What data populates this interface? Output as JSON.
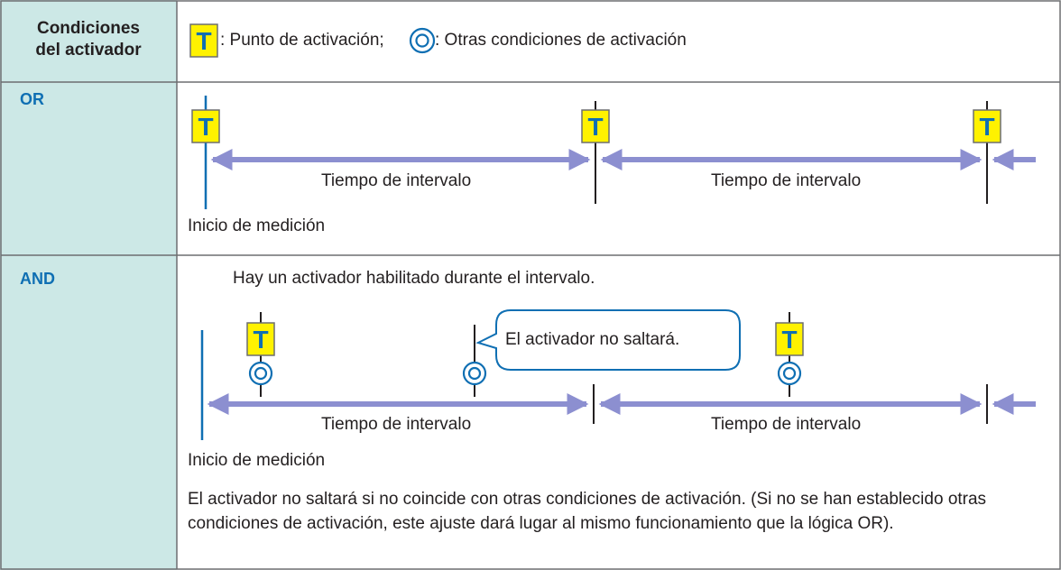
{
  "header": {
    "col_title_line1": "Condiciones",
    "col_title_line2": "del activador",
    "legend_t_text": ": Punto de activación;",
    "legend_o_text": ": Otras condiciones de activación",
    "t_glyph": "T"
  },
  "rows": [
    {
      "label": "OR",
      "interval_labels": [
        "Tiempo de intervalo",
        "Tiempo de intervalo"
      ],
      "start_label": "Inicio de medición"
    },
    {
      "label": "AND",
      "note": "Hay un activador habilitado durante el intervalo.",
      "callout": "El activador no saltará.",
      "interval_labels": [
        "Tiempo de intervalo",
        "Tiempo de intervalo"
      ],
      "start_label": "Inicio de medición",
      "description": "El activador no saltará si no coincide con otras condiciones de activación. (Si no se han establecido otras condiciones de activación, este ajuste dará lugar al mismo funcionamiento que la lógica OR)."
    }
  ],
  "colors": {
    "label_bg": "#cce8e6",
    "label_text": "#0f6fb3",
    "border": "#6d6e71",
    "marker_fill": "#fff200",
    "marker_text": "#0f6fb3",
    "arrow": "#8c8fd0",
    "start_line": "#0f6fb3",
    "circle": "#0f6fb3"
  }
}
